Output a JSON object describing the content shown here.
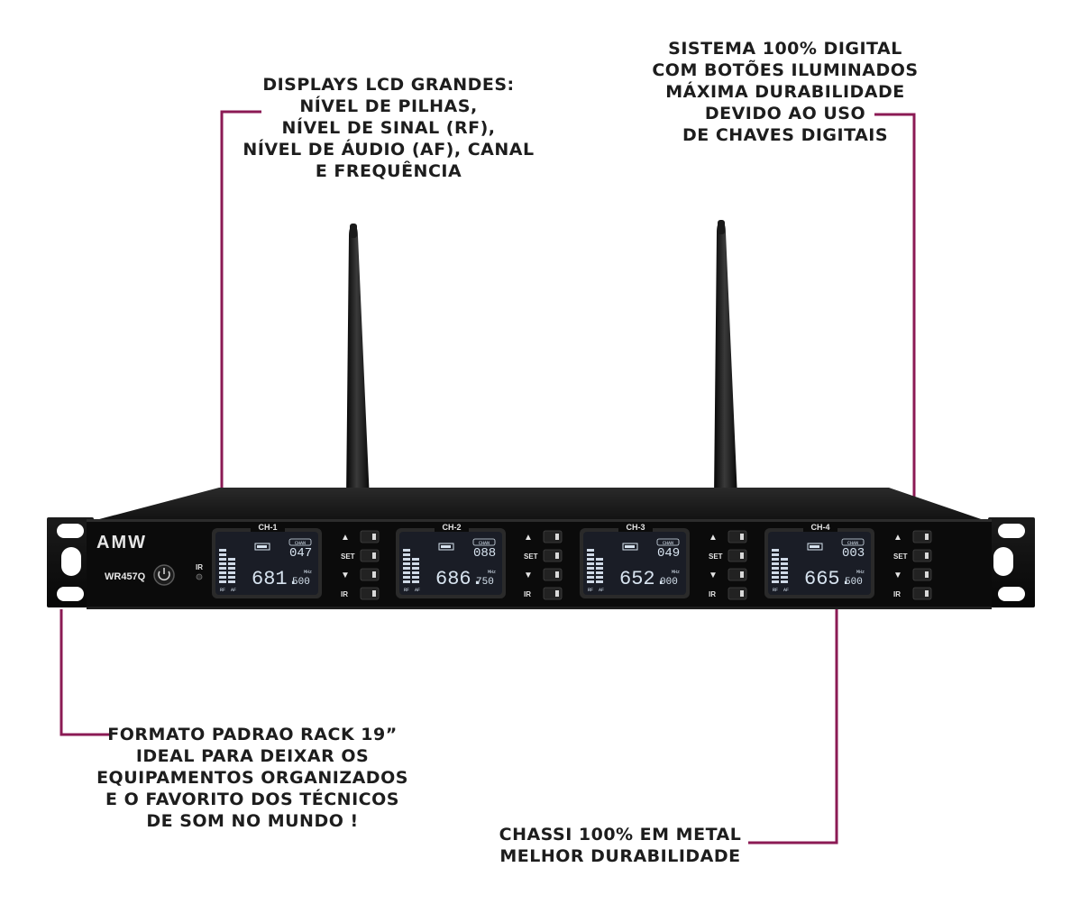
{
  "callouts": {
    "displays": [
      "DISPLAYS LCD GRANDES:",
      "NÍVEL DE PILHAS,",
      "NÍVEL DE SINAL (RF),",
      "NÍVEL DE ÁUDIO (AF), CANAL",
      "E FREQUÊNCIA"
    ],
    "digital": [
      "SISTEMA 100% DIGITAL",
      "COM BOTÕES ILUMINADOS",
      "MÁXIMA DURABILIDADE",
      "DEVIDO AO USO",
      "DE CHAVES DIGITAIS"
    ],
    "rack": [
      "FORMATO PADRAO RACK 19”",
      "IDEAL PARA DEIXAR OS",
      "EQUIPAMENTOS ORGANIZADOS",
      "E O FAVORITO DOS TÉCNICOS",
      "DE SOM NO MUNDO !"
    ],
    "metal": [
      "CHASSI 100% EM METAL",
      "MELHOR DURABILIDADE"
    ]
  },
  "device": {
    "brand": "AMW",
    "model": "WR457Q",
    "ir_label": "IR",
    "button_labels": {
      "set": "SET",
      "ir": "IR",
      "up": "▲",
      "down": "▼"
    },
    "lcd_tags": {
      "chan": "CHAN",
      "mhz": "MHz",
      "rf": "RF",
      "af": "AF"
    },
    "channels": [
      {
        "name": "CH-1",
        "chan": "047",
        "freq_main": "681.",
        "freq_dec": "500"
      },
      {
        "name": "CH-2",
        "chan": "088",
        "freq_main": "686.",
        "freq_dec": "750"
      },
      {
        "name": "CH-3",
        "chan": "049",
        "freq_main": "652.",
        "freq_dec": "000"
      },
      {
        "name": "CH-4",
        "chan": "003",
        "freq_main": "665.",
        "freq_dec": "500"
      }
    ]
  },
  "colors": {
    "accent_line": "#8b1a54",
    "panel": "#0e0e0e",
    "lcd": "#1a1d26",
    "lcd_text": "#d7e3ef"
  }
}
